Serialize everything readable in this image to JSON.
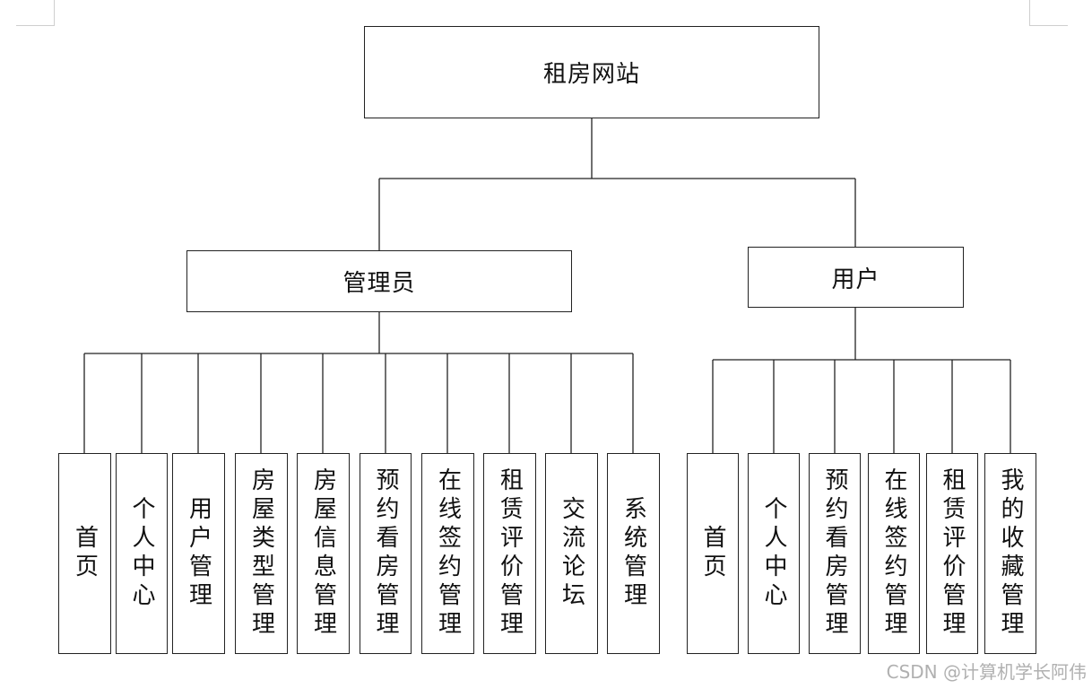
{
  "root": {
    "label": "租房网站"
  },
  "admin": {
    "label": "管理员",
    "items": [
      "首页",
      "个人中心",
      "用户管理",
      "房屋类型管理",
      "房屋信息管理",
      "预约看房管理",
      "在线签约管理",
      "租赁评价管理",
      "交流论坛",
      "系统管理"
    ]
  },
  "user": {
    "label": "用户",
    "items": [
      "首页",
      "个人中心",
      "预约看房管理",
      "在线签约管理",
      "租赁评价管理",
      "我的收藏管理"
    ]
  },
  "watermark": "CSDN @计算机学长阿伟"
}
